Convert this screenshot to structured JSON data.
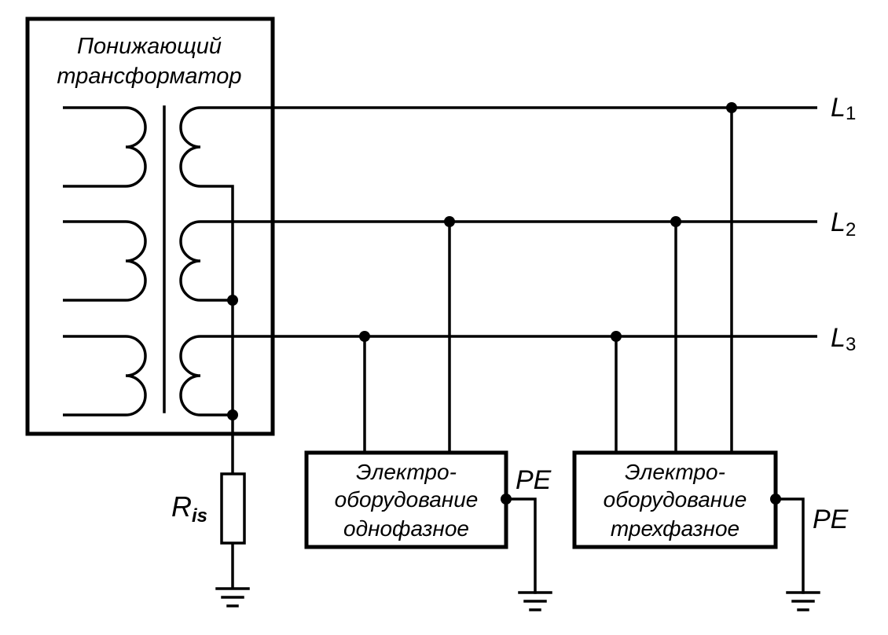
{
  "transformer": {
    "title_line1": "Понижающий",
    "title_line2": "трансформатор"
  },
  "lines": [
    {
      "letter": "L",
      "index": "1"
    },
    {
      "letter": "L",
      "index": "2"
    },
    {
      "letter": "L",
      "index": "3"
    }
  ],
  "resistor": {
    "letter": "R",
    "subscript": "is"
  },
  "equipment_single": {
    "line1": "Электро-",
    "line2": "оборудование",
    "line3": "однофазное",
    "pe_label": "PE"
  },
  "equipment_three": {
    "line1": "Электро-",
    "line2": "оборудование",
    "line3": "трехфазное",
    "pe_label": "PE"
  }
}
